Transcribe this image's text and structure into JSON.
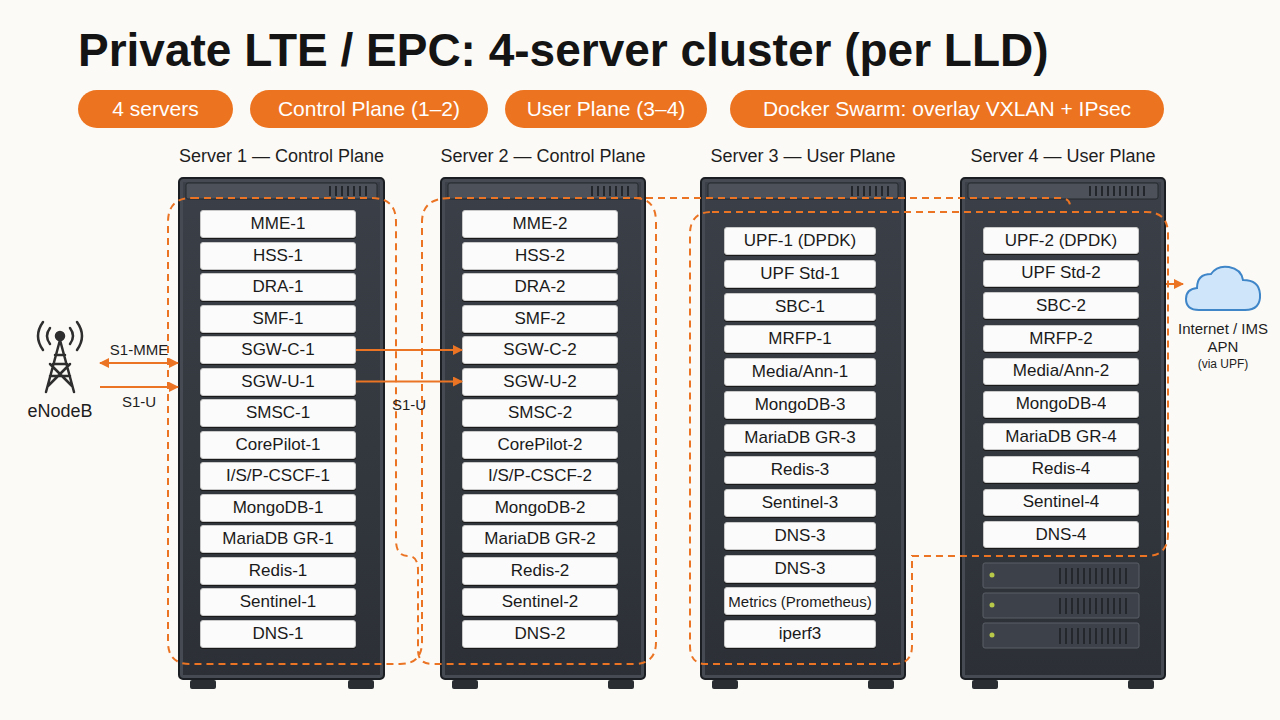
{
  "diagram": {
    "title": "Private LTE / EPC: 4-server cluster (per LLD)",
    "nodes": [
      {
        "text": [
          "4 servers"
        ]
      },
      {
        "text": [
          "Control Plane (1–2)"
        ]
      },
      {
        "text": [
          "User Plane (3–4)"
        ]
      },
      {
        "text": [
          "Docker Swarm: overlay VXLAN + IPsec"
        ]
      },
      {
        "text": [
          "eNodeB"
        ]
      },
      {
        "text": [
          "Server 1 — Control Plane"
        ]
      },
      {
        "text": [
          "MME-1"
        ],
        "in": 5
      },
      {
        "text": [
          "HSS-1"
        ],
        "in": 5
      },
      {
        "text": [
          "DRA-1"
        ],
        "in": 5
      },
      {
        "text": [
          "SMF-1"
        ],
        "in": 5
      },
      {
        "text": [
          "SGW-C-1"
        ],
        "in": 5
      },
      {
        "text": [
          "SGW-U-1"
        ],
        "in": 5
      },
      {
        "text": [
          "SMSC-1"
        ],
        "in": 5
      },
      {
        "text": [
          "CorePilot-1"
        ],
        "in": 5
      },
      {
        "text": [
          "I/S/P-CSCF-1"
        ],
        "in": 5
      },
      {
        "text": [
          "MongoDB-1"
        ],
        "in": 5
      },
      {
        "text": [
          "MariaDB GR-1"
        ],
        "in": 5
      },
      {
        "text": [
          "Redis-1"
        ],
        "in": 5
      },
      {
        "text": [
          "Sentinel-1"
        ],
        "in": 5
      },
      {
        "text": [
          "DNS-1"
        ],
        "in": 5
      },
      {
        "text": [
          "Server 2 — Control Plane"
        ]
      },
      {
        "text": [
          "MME-2"
        ],
        "in": 20
      },
      {
        "text": [
          "HSS-2"
        ],
        "in": 20
      },
      {
        "text": [
          "DRA-2"
        ],
        "in": 20
      },
      {
        "text": [
          "SMF-2"
        ],
        "in": 20
      },
      {
        "text": [
          "SGW-C-2"
        ],
        "in": 20
      },
      {
        "text": [
          "SGW-U-2"
        ],
        "in": 20
      },
      {
        "text": [
          "SMSC-2"
        ],
        "in": 20
      },
      {
        "text": [
          "CorePilot-2"
        ],
        "in": 20
      },
      {
        "text": [
          "I/S/P-CSCF-2"
        ],
        "in": 20
      },
      {
        "text": [
          "MongoDB-2"
        ],
        "in": 20
      },
      {
        "text": [
          "MariaDB GR-2"
        ],
        "in": 20
      },
      {
        "text": [
          "Redis-2"
        ],
        "in": 20
      },
      {
        "text": [
          "Sentinel-2"
        ],
        "in": 20
      },
      {
        "text": [
          "DNS-2"
        ],
        "in": 20
      },
      {
        "text": [
          "Server 3 — User Plane"
        ]
      },
      {
        "text": [
          "UPF-1 (DPDK)"
        ],
        "in": 35
      },
      {
        "text": [
          "UPF Std-1"
        ],
        "in": 35
      },
      {
        "text": [
          "SBC-1"
        ],
        "in": 35
      },
      {
        "text": [
          "MRFP-1"
        ],
        "in": 35
      },
      {
        "text": [
          "Media/Ann-1"
        ],
        "in": 35
      },
      {
        "text": [
          "MongoDB-3"
        ],
        "in": 35
      },
      {
        "text": [
          "MariaDB GR-3"
        ],
        "in": 35
      },
      {
        "text": [
          "Redis-3"
        ],
        "in": 35
      },
      {
        "text": [
          "Sentinel-3"
        ],
        "in": 35
      },
      {
        "text": [
          "DNS-3"
        ],
        "in": 35
      },
      {
        "text": [
          "DNS-3"
        ],
        "in": 35
      },
      {
        "text": [
          "Metrics (Prometheus)"
        ],
        "in": 35
      },
      {
        "text": [
          "iperf3"
        ],
        "in": 35
      },
      {
        "text": [
          "Server 4 — User Plane"
        ]
      },
      {
        "text": [
          "UPF-2 (DPDK)"
        ],
        "in": 49
      },
      {
        "text": [
          "UPF Std-2"
        ],
        "in": 49
      },
      {
        "text": [
          "SBC-2"
        ],
        "in": 49
      },
      {
        "text": [
          "MRFP-2"
        ],
        "in": 49
      },
      {
        "text": [
          "Media/Ann-2"
        ],
        "in": 49
      },
      {
        "text": [
          "MongoDB-4"
        ],
        "in": 49
      },
      {
        "text": [
          "MariaDB GR-4"
        ],
        "in": 49
      },
      {
        "text": [
          "Redis-4"
        ],
        "in": 49
      },
      {
        "text": [
          "Sentinel-4"
        ],
        "in": 49
      },
      {
        "text": [
          "DNS-4"
        ],
        "in": 49
      },
      {
        "text": [
          "Internet / IMS APN",
          "(via UPF)"
        ]
      }
    ],
    "edges": [
      {
        "from": 4,
        "to": 5,
        "label": "S1-MME",
        "arrow": "both"
      },
      {
        "from": 4,
        "to": 5,
        "label": "S1-U",
        "arrow": "to"
      },
      {
        "from": 10,
        "to": 25,
        "arrow": "to"
      },
      {
        "from": 11,
        "to": 26,
        "label": "S1-U",
        "arrow": "to"
      },
      {
        "from": 49,
        "to": 60,
        "arrow": "to"
      }
    ]
  }
}
